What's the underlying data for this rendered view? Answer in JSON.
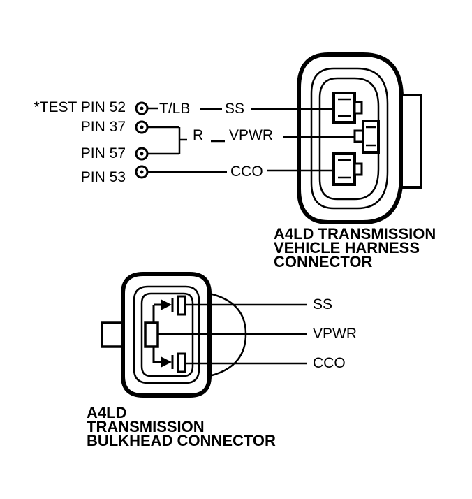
{
  "pins": [
    {
      "label": "*TEST PIN 52"
    },
    {
      "label": "PIN 37"
    },
    {
      "label": "PIN 57"
    },
    {
      "label": "PIN 53"
    }
  ],
  "wire_labels": {
    "tlb": "T/LB",
    "r": "R"
  },
  "harness_connector": {
    "terminals": {
      "ss": "SS",
      "vpwr": "VPWR",
      "cco": "CCO"
    },
    "caption": [
      "A4LD TRANSMISSION",
      "VEHICLE HARNESS",
      "CONNECTOR"
    ]
  },
  "bulkhead_connector": {
    "terminals": {
      "ss": "SS",
      "vpwr": "VPWR",
      "cco": "CCO"
    },
    "caption": [
      "A4LD",
      "TRANSMISSION",
      "BULKHEAD CONNECTOR"
    ]
  },
  "colors": {
    "ink": "#000000",
    "background": "#ffffff"
  }
}
